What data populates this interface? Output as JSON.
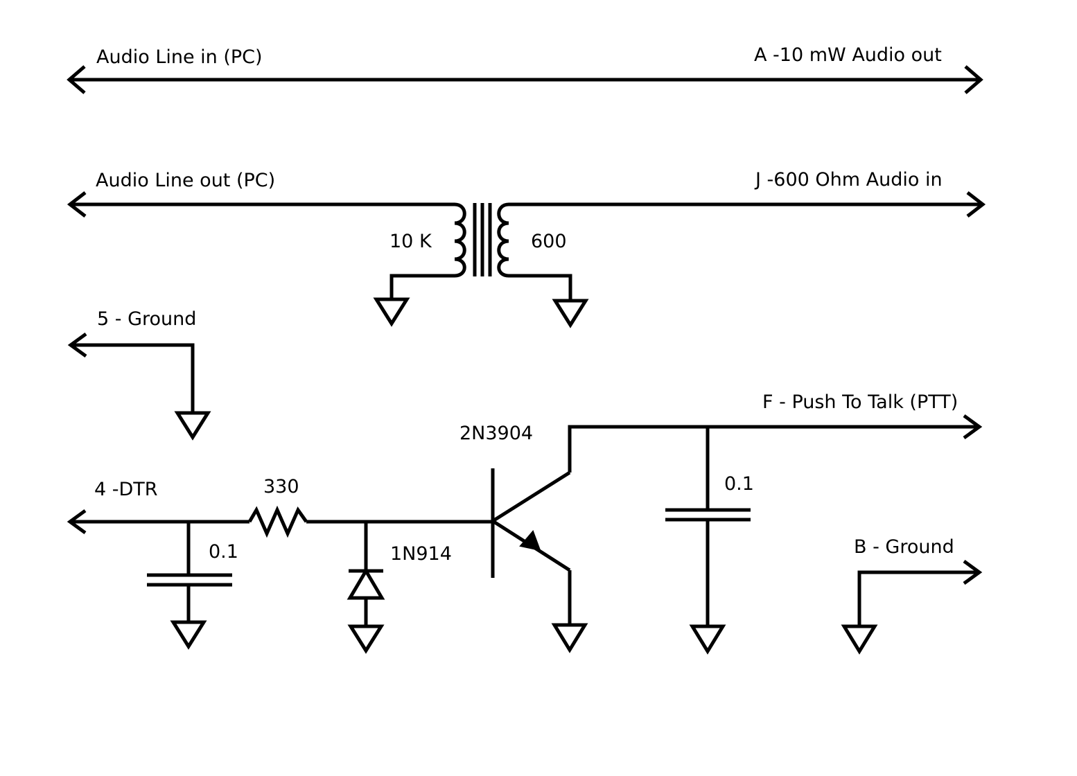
{
  "diagram": {
    "colors": {
      "ink": "#000000",
      "background": "#ffffff"
    },
    "signals": {
      "audio_line_in": "Audio Line in (PC)",
      "audio_out_10mw": "A -10 mW Audio out",
      "audio_line_out": "Audio Line out (PC)",
      "audio_in_600": "J -600 Ohm Audio in",
      "ground_5": "5 - Ground",
      "ptt": "F - Push To Talk (PTT)",
      "dtr_4": "4 -DTR",
      "ground_b": "B - Ground"
    },
    "components": {
      "transformer_primary": "10 K",
      "transformer_secondary": "600",
      "resistor": "330",
      "cap_dtr": "0.1",
      "diode": "1N914",
      "transistor": "2N3904",
      "cap_ptt": "0.1"
    }
  }
}
